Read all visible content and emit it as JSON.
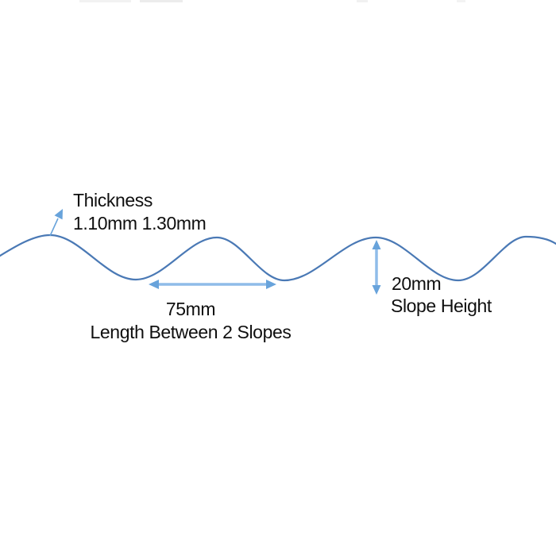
{
  "diagram": {
    "background_color": "#ffffff",
    "text_color": "#0f0f0f",
    "wave": {
      "color": "#4a79b5",
      "description": "corrugated-sheet-profile-curve"
    },
    "arrows": {
      "head_color": "#68a3db",
      "shaft_color": "#8fbce9"
    },
    "annotations": {
      "thickness": {
        "line1": "Thickness",
        "line2": "1.10mm 1.30mm"
      },
      "length": {
        "value": "75mm",
        "caption": "Length Between 2 Slopes"
      },
      "slope_height": {
        "value": "20mm",
        "caption": "Slope Height"
      }
    }
  }
}
